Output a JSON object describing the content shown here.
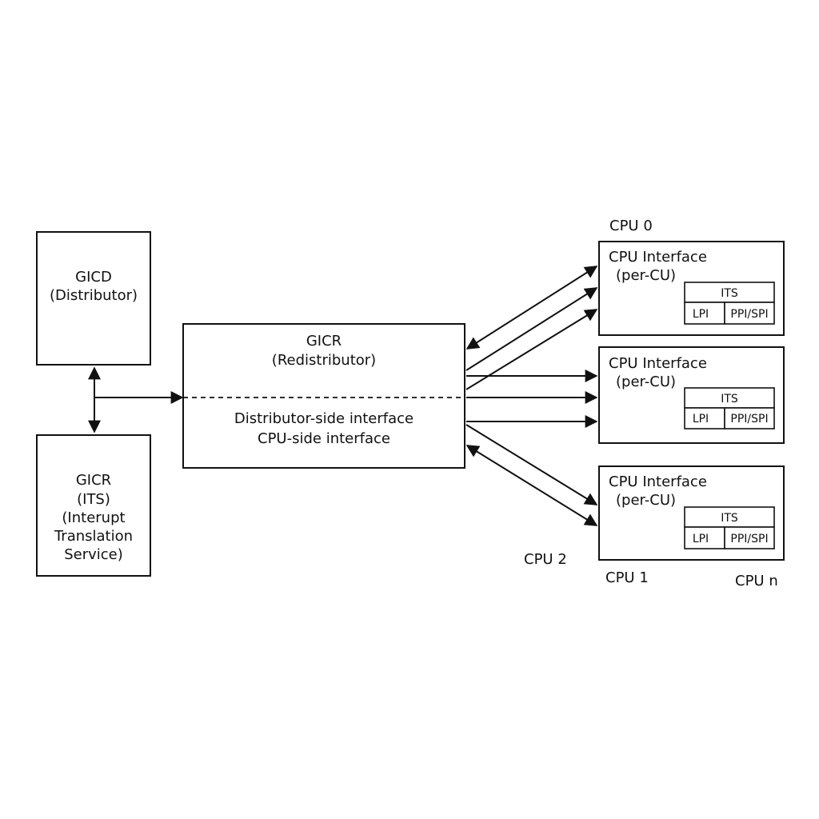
{
  "gicd": {
    "line1": "GICD",
    "line2": "(Distributor)"
  },
  "gicr_its": {
    "line1": "GICR",
    "line2": "(ITS)",
    "line3": "(Interupt",
    "line4": "Translation",
    "line5": "Service)"
  },
  "redistributor": {
    "line1": "GICR",
    "line2": "(Redistributor)",
    "line3": "Distributor-side interface",
    "line4": "CPU-side interface"
  },
  "cpu_interfaces": [
    {
      "title": "CPU Interface",
      "subtitle": "(per-CU)",
      "its": "ITS",
      "lpi": "LPI",
      "ppi_spi": "PPI/SPI"
    },
    {
      "title": "CPU Interface",
      "subtitle": "(per-CU)",
      "its": "ITS",
      "lpi": "LPI",
      "ppi_spi": "PPI/SPI"
    },
    {
      "title": "CPU Interface",
      "subtitle": "(per-CU)",
      "its": "ITS",
      "lpi": "LPI",
      "ppi_spi": "PPI/SPI"
    }
  ],
  "cpu_labels": {
    "cpu0": "CPU 0",
    "cpu2": "CPU 2",
    "cpu1": "CPU 1",
    "cpun": "CPU n"
  },
  "colors": {
    "stroke": "#111111",
    "background": "#ffffff"
  }
}
